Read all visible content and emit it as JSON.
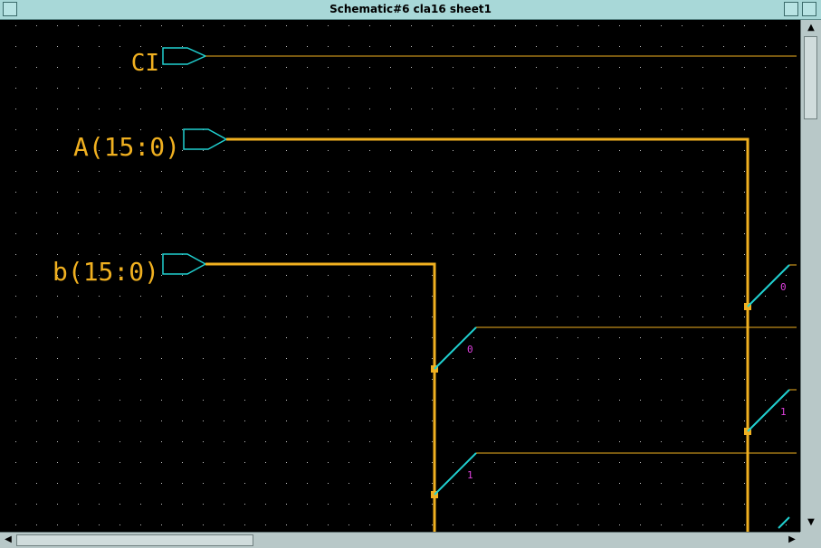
{
  "window": {
    "title": "Schematic#6 cla16 sheet1"
  },
  "ports": {
    "ci": "CI",
    "a": "A(15:0)",
    "b": "b(15:0)"
  },
  "bit_labels": {
    "a0": "0",
    "a1": "1",
    "b0": "0",
    "b1": "1"
  },
  "scroll": {
    "up": "▲",
    "down": "▼",
    "left": "◀",
    "right": "▶"
  },
  "colors": {
    "wire": "#f0b020",
    "port": "#20d0d0",
    "label": "#f0b020",
    "bit": "#e040e0",
    "grid": "#c0c0c0"
  }
}
